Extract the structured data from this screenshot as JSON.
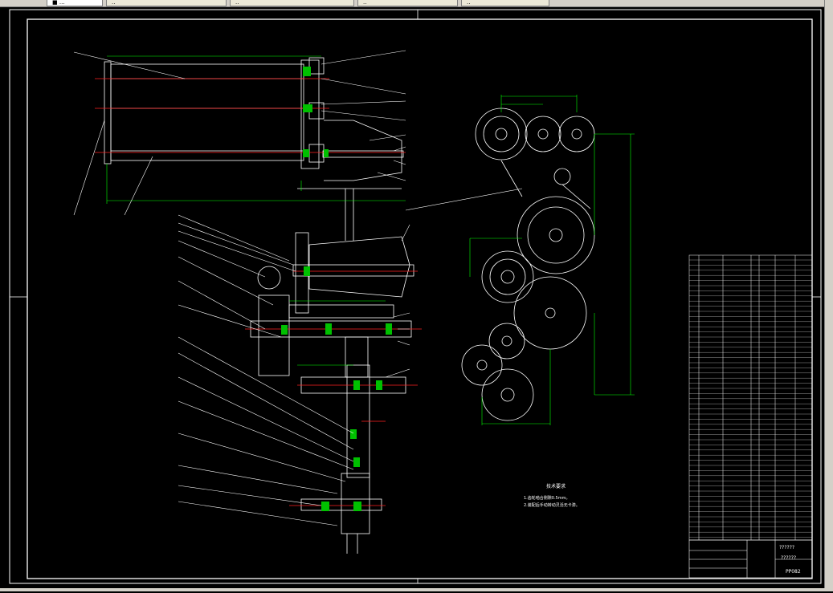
{
  "window": {
    "tabs": [
      {
        "label": "■ ..."
      },
      {
        "label": ".."
      },
      {
        "label": ".."
      },
      {
        "label": ".."
      },
      {
        "label": ".."
      }
    ],
    "status_text": ""
  },
  "drawing": {
    "tech_req_title": "技术要求",
    "tech_req_line1": "1.齿轮啮合侧隙0.5mm。",
    "tech_req_line2": "2.装配后手动转动灵活无卡滞。",
    "title_block_name": "??????",
    "title_block_sub": "??????",
    "drawing_number": "PP082"
  },
  "colors": {
    "background": "#000000",
    "lines": "#ffffff",
    "centerline": "#ff2020",
    "dimension": "#00ff00",
    "leader": "#ffffff"
  }
}
